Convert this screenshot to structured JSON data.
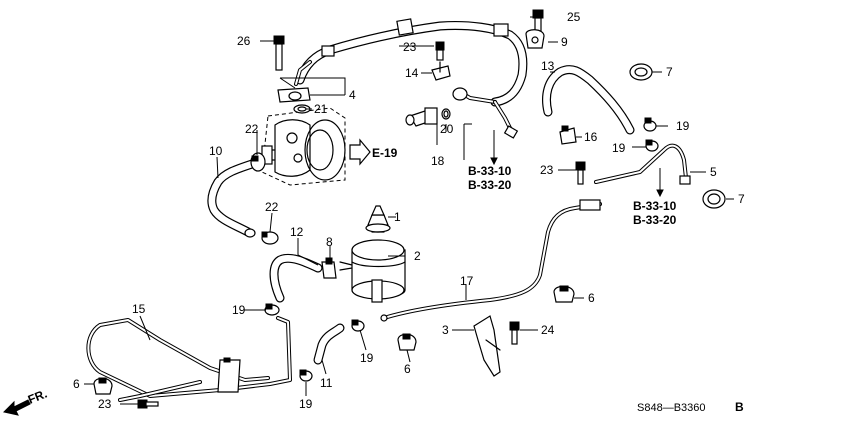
{
  "callouts": {
    "p1": "1",
    "p2": "2",
    "p3": "3",
    "p4": "4",
    "p5": "5",
    "p6a": "6",
    "p6b": "6",
    "p6c": "6",
    "p7a": "7",
    "p7b": "7",
    "p8": "8",
    "p9": "9",
    "p10": "10",
    "p11": "11",
    "p12": "12",
    "p13": "13",
    "p14": "14",
    "p15": "15",
    "p16": "16",
    "p17": "17",
    "p18": "18",
    "p19a": "19",
    "p19b": "19",
    "p19c": "19",
    "p19d": "19",
    "p19e": "19",
    "p20": "20",
    "p21": "21",
    "p22a": "22",
    "p22b": "22",
    "p23a": "23",
    "p23b": "23",
    "p23c": "23",
    "p24": "24",
    "p25": "25",
    "p26": "26"
  },
  "references": {
    "e19": "E-19",
    "b3310_a": "B-33-10",
    "b3320_a": "B-33-20",
    "b3310_b": "B-33-10",
    "b3320_b": "B-33-20"
  },
  "direction_label": "FR.",
  "diagram_code": "S848—B3360",
  "diagram_code_suffix": "B"
}
